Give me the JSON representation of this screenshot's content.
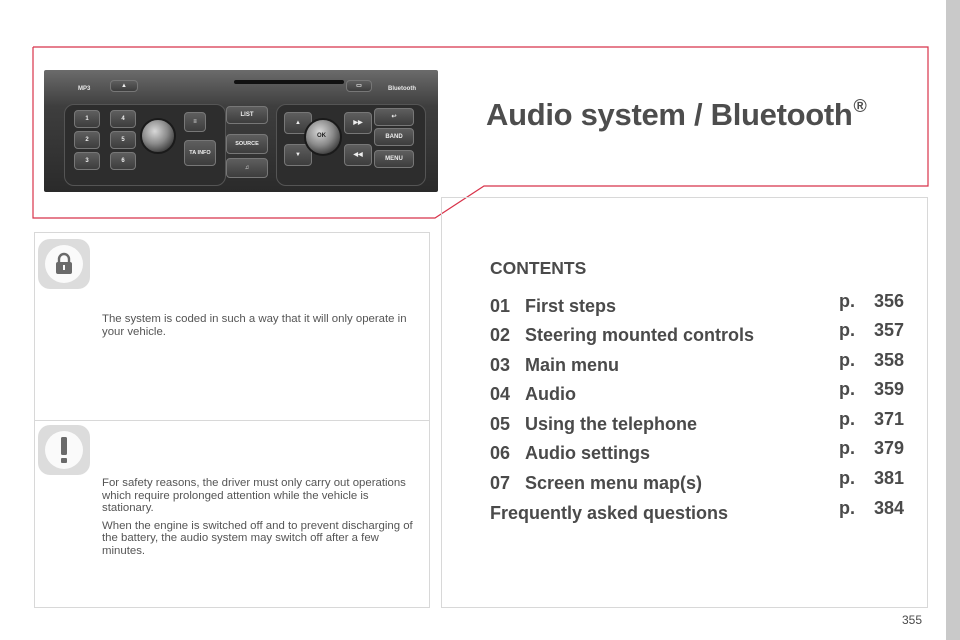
{
  "header": {
    "title": "Audio system / Bluetooth",
    "title_mark": "®"
  },
  "radio_labels": {
    "mp3": "MP3",
    "bluetooth": "Bluetooth",
    "list": "LIST",
    "source": "SOURCE",
    "ta_info": "TA INFO",
    "ok": "OK",
    "band": "BAND",
    "menu": "MENU",
    "preset_1": "1",
    "preset_2": "2",
    "preset_3": "3",
    "preset_4": "4",
    "preset_5": "5",
    "preset_6": "6"
  },
  "notes": [
    {
      "icon": "padlock-icon",
      "paragraphs": [
        "The system is coded in such a way that it will only operate in your vehicle."
      ]
    },
    {
      "icon": "exclamation-icon",
      "paragraphs": [
        "For safety reasons, the driver must only carry out operations which require prolonged attention while the vehicle is stationary.",
        "When the engine is switched off and to prevent discharging of the battery, the audio system may switch off after a few minutes."
      ]
    }
  ],
  "contents": {
    "heading": "CONTENTS",
    "page_prefix": "p.",
    "items": [
      {
        "number": "01",
        "title": "First steps",
        "page": "356"
      },
      {
        "number": "02",
        "title": "Steering mounted controls",
        "page": "357"
      },
      {
        "number": "03",
        "title": "Main menu",
        "page": "358"
      },
      {
        "number": "04",
        "title": "Audio",
        "page": "359"
      },
      {
        "number": "05",
        "title": "Using the telephone",
        "page": "371"
      },
      {
        "number": "06",
        "title": "Audio settings",
        "page": "379"
      },
      {
        "number": "07",
        "title": "Screen menu map(s)",
        "page": "381"
      },
      {
        "number": "",
        "title": "Frequently asked questions",
        "page": "384"
      }
    ]
  },
  "footer": {
    "page_number": "355"
  },
  "colors": {
    "accent_red": "#d8334a",
    "text": "#4a4a4a",
    "box_border": "#d8d8d8",
    "icon_bg": "#dcdcdc"
  }
}
